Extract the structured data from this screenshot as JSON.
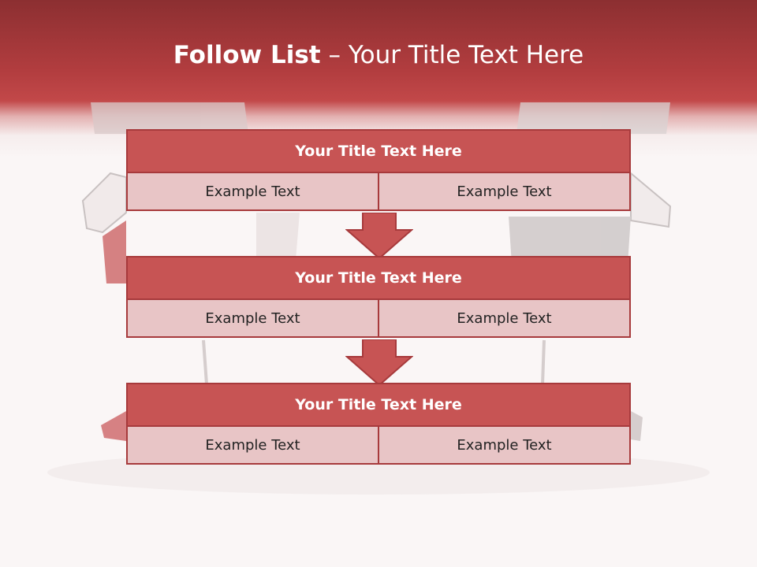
{
  "slide": {
    "title_bold": "Follow List",
    "title_rest": " – Your Title Text Here"
  },
  "steps": [
    {
      "title": "Your Title Text Here",
      "cells": [
        "Example Text",
        "Example Text"
      ]
    },
    {
      "title": "Your Title Text Here",
      "cells": [
        "Example Text",
        "Example Text"
      ]
    },
    {
      "title": "Your Title Text Here",
      "cells": [
        "Example Text",
        "Example Text"
      ]
    }
  ],
  "colors": {
    "header_band": "#b23d3f",
    "box_fill": "#c75454",
    "box_border": "#a73a3c",
    "cell_fill": "#e8c5c6",
    "background": "#faf6f6"
  }
}
